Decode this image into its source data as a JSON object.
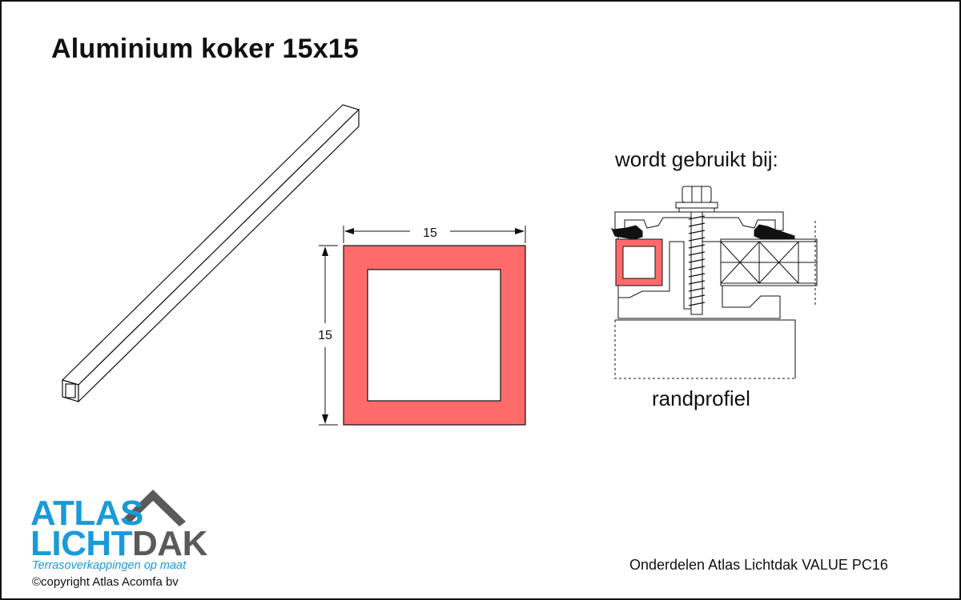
{
  "title": "Aluminium koker 15x15",
  "dimensions": {
    "width_label": "15",
    "height_label": "15"
  },
  "usage": {
    "label": "wordt gebruikt bij:",
    "detail_label": "randprofiel"
  },
  "logo": {
    "line1": "ATLAS",
    "line2_a": "LICHT",
    "line2_b": "DAK",
    "tagline": "Terrasoverkappingen op maat",
    "copyright": "©copyright Atlas Acomfa bv"
  },
  "footer": "Onderdelen Atlas Lichtdak VALUE PC16",
  "colors": {
    "profile_fill": "#ff6b6b",
    "brand_blue": "#1a9ad9",
    "brand_grey": "#5a5a5a"
  }
}
